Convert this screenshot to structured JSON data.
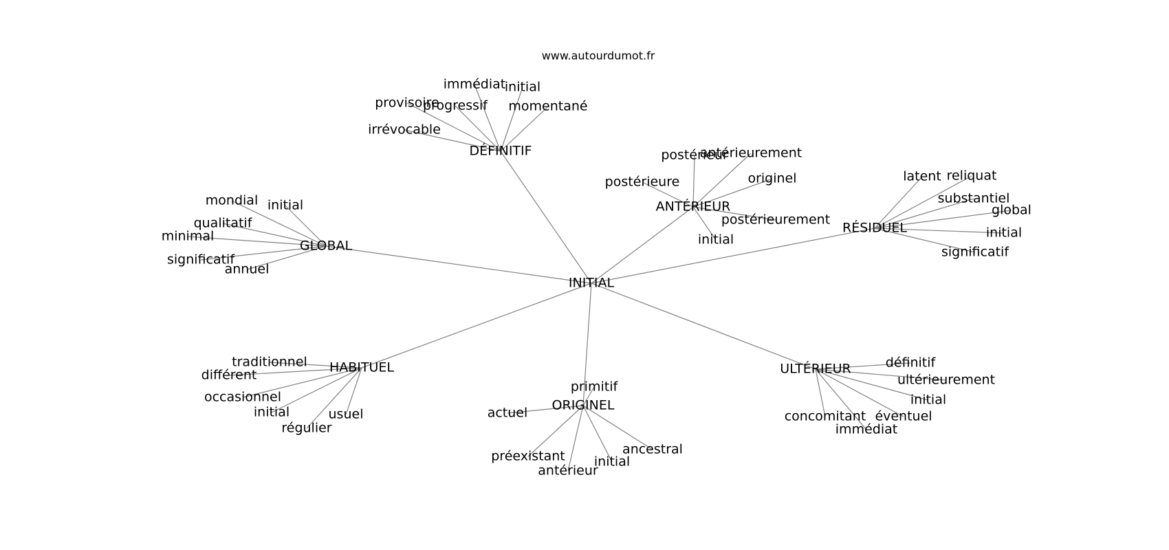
{
  "source": "www.autourdumot.fr",
  "center": "INITIAL",
  "hubs": [
    {
      "label": "DÉFINITIF",
      "words": [
        "immédiat",
        "initial",
        "provisoire",
        "progressif",
        "momentané",
        "irrévocable"
      ]
    },
    {
      "label": "ANTÉRIEUR",
      "words": [
        "postérieur",
        "antérieurement",
        "postérieure",
        "originel",
        "postérieurement",
        "initial"
      ]
    },
    {
      "label": "RÉSIDUEL",
      "words": [
        "latent",
        "reliquat",
        "substantiel",
        "global",
        "initial",
        "significatif"
      ]
    },
    {
      "label": "GLOBAL",
      "words": [
        "mondial",
        "initial",
        "qualitatif",
        "minimal",
        "significatif",
        "annuel"
      ]
    },
    {
      "label": "HABITUEL",
      "words": [
        "traditionnel",
        "différent",
        "occasionnel",
        "initial",
        "usuel",
        "régulier"
      ]
    },
    {
      "label": "ORIGINEL",
      "words": [
        "primitif",
        "actuel",
        "préexistant",
        "antérieur",
        "initial",
        "ancestral"
      ]
    },
    {
      "label": "ULTÉRIEUR",
      "words": [
        "définitif",
        "ultérieurement",
        "initial",
        "concomitant",
        "éventuel",
        "immédiat"
      ]
    }
  ]
}
